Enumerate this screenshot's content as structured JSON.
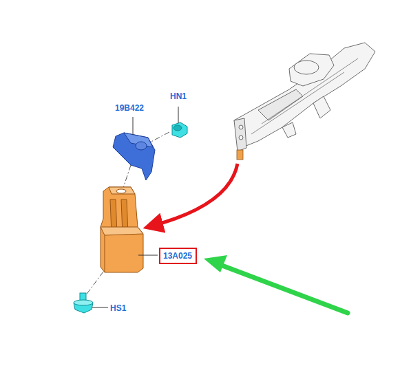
{
  "diagram": {
    "nodes": [
      {
        "text": [
          "13A025"
        ]
      }
    ],
    "labels": [
      "19B422",
      "HN1",
      "HS1"
    ]
  }
}
